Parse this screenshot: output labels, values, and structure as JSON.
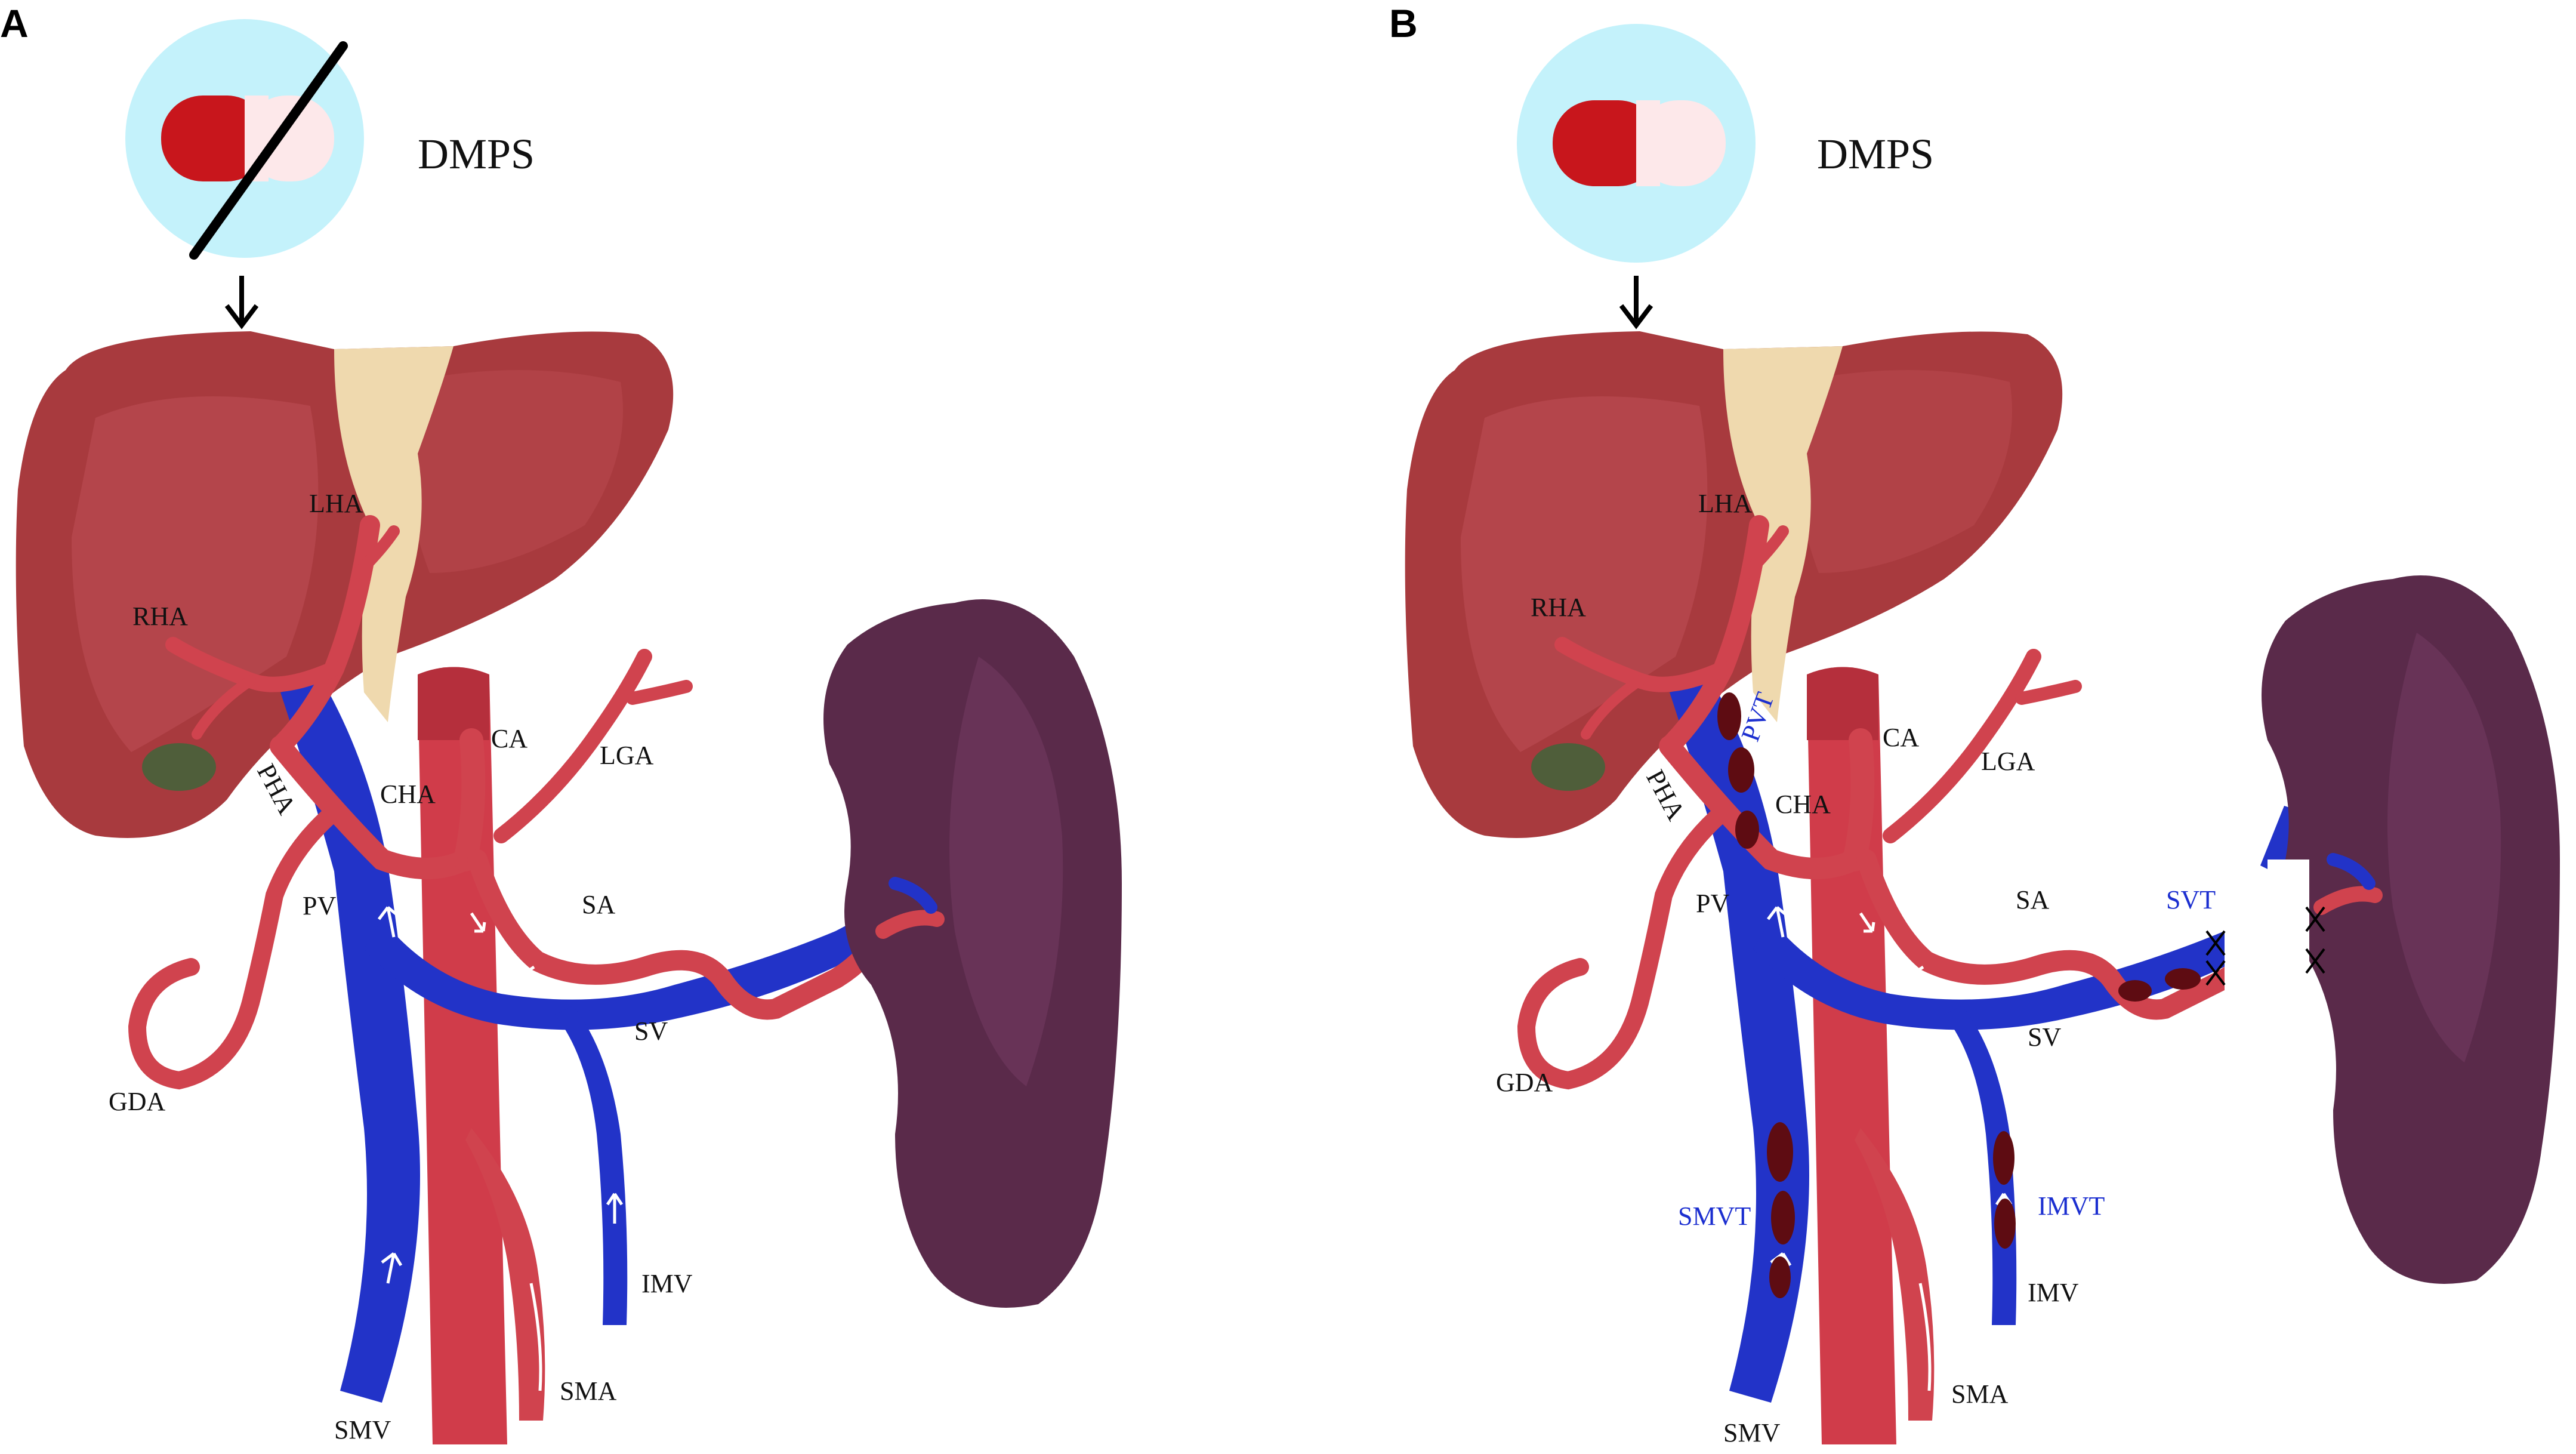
{
  "colors": {
    "liver": "#a83a3e",
    "liver_light": "#c4545a",
    "ligament": "#efd9ae",
    "gallbladder": "#4f5e3a",
    "artery": "#d0434e",
    "artery_light": "#e77c84",
    "aorta": "#d03c4a",
    "vein": "#2233c8",
    "vein_light": "#4a63f0",
    "spleen": "#5a2a4a",
    "spleen_light": "#7b3f68",
    "thrombus": "#5e0c12",
    "pill_bg": "#c4f2fb",
    "pill_red": "#c8161c",
    "pill_white": "#fde8ea",
    "label_blue": "#1c2fd0"
  },
  "panels": [
    {
      "letter": "A",
      "drug_label": "DMPS",
      "drug_crossed_out": true,
      "labels": {
        "lha": "LHA",
        "rha": "RHA",
        "pha": "PHA",
        "cha": "CHA",
        "ca": "CA",
        "lga": "LGA",
        "sa": "SA",
        "pv": "PV",
        "sv": "SV",
        "gda": "GDA",
        "imv": "IMV",
        "sma": "SMA",
        "smv": "SMV"
      }
    },
    {
      "letter": "B",
      "drug_label": "DMPS",
      "drug_crossed_out": false,
      "labels": {
        "lha": "LHA",
        "rha": "RHA",
        "pha": "PHA",
        "cha": "CHA",
        "ca": "CA",
        "lga": "LGA",
        "sa": "SA",
        "pv": "PV",
        "sv": "SV",
        "gda": "GDA",
        "imv": "IMV",
        "sma": "SMA",
        "smv": "SMV"
      },
      "thrombosis_labels": {
        "pvt": "PVT",
        "svt": "SVT",
        "smvt": "SMVT",
        "imvt": "IMVT"
      }
    }
  ]
}
